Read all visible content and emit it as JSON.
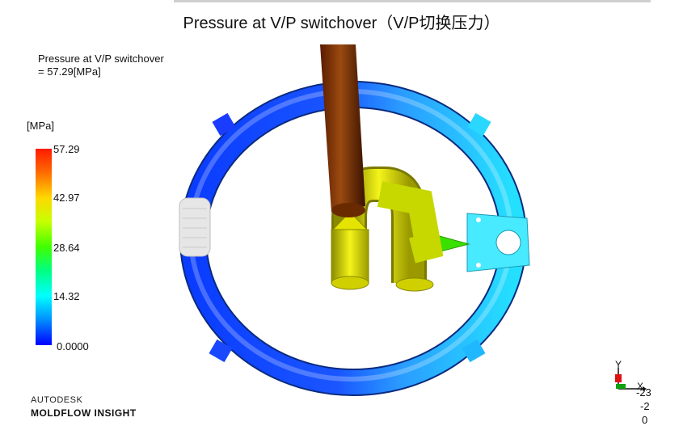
{
  "title": "Pressure at V/P switchover（V/P切换压力）",
  "result": {
    "name": "Pressure at V/P switchover",
    "value_line": "= 57.29[MPa]"
  },
  "legend": {
    "unit": "[MPa]",
    "ticks": [
      "57.29",
      "42.97",
      "28.64",
      "14.32",
      "0.0000"
    ],
    "colors": {
      "max": "#ff1a00",
      "high": "#ffd800",
      "mid": "#40ff00",
      "low": "#00ffff",
      "min": "#0000ff"
    }
  },
  "branding": {
    "line1": "AUTODESK",
    "line2": "MOLDFLOW INSIGHT"
  },
  "orientation": {
    "y_label": "Y",
    "x_label": "X",
    "scale_values": [
      "-23",
      "-2",
      "0"
    ]
  }
}
